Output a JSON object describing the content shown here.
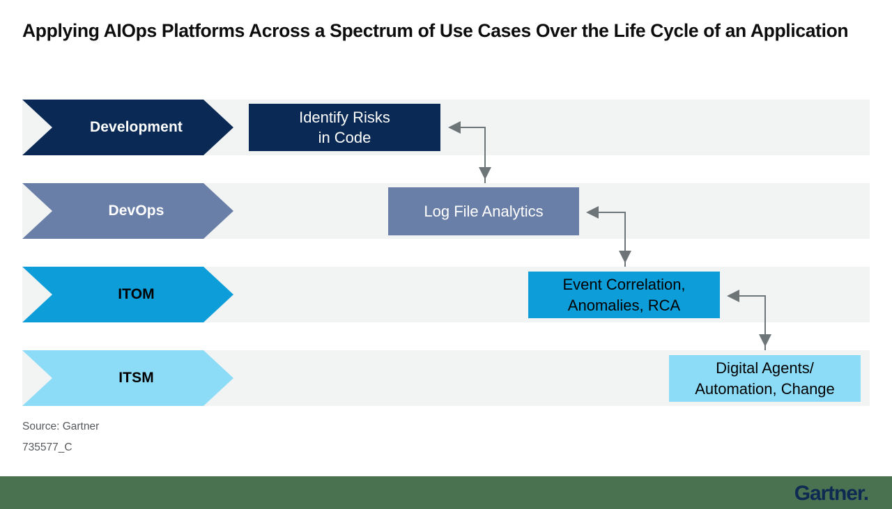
{
  "page": {
    "title": "Applying AIOps Platforms Across a Spectrum of Use Cases Over the Life Cycle of an Application"
  },
  "colors": {
    "band": "#f2f4f4",
    "development": "#0a2a55",
    "devops": "#6a7fa8",
    "itom": "#0d9dd9",
    "itsm": "#8ddcf7",
    "connector": "#6d7579",
    "footer_bar": "#4a7150",
    "logo": "#0d2a52",
    "title_text": "#0d0d0d",
    "source_text": "#55585c"
  },
  "chart_data": {
    "type": "diagram",
    "title": "Applying AIOps Platforms Across a Spectrum of Use Cases Over the Life Cycle of an Application",
    "lanes": [
      {
        "label": "Development",
        "color": "#0a2a55",
        "text_color": "#ffffff"
      },
      {
        "label": "DevOps",
        "color": "#6a7fa8",
        "text_color": "#ffffff"
      },
      {
        "label": "ITOM",
        "color": "#0d9dd9",
        "text_color": "#000000"
      },
      {
        "label": "ITSM",
        "color": "#8ddcf7",
        "text_color": "#000000"
      }
    ],
    "nodes": [
      {
        "id": "identify-risks",
        "lane": "Development",
        "label": "Identify Risks\nin Code",
        "color": "#0a2a55",
        "text_color": "#ffffff"
      },
      {
        "id": "log-file-analytics",
        "lane": "DevOps",
        "label": "Log File Analytics",
        "color": "#6a7fa8",
        "text_color": "#ffffff"
      },
      {
        "id": "event-correlation",
        "lane": "ITOM",
        "label": "Event Correlation,\nAnomalies, RCA",
        "color": "#0d9dd9",
        "text_color": "#000000"
      },
      {
        "id": "digital-agents",
        "lane": "ITSM",
        "label": "Digital Agents/\nAutomation, Change",
        "color": "#8ddcf7",
        "text_color": "#000000"
      }
    ],
    "edges": [
      {
        "from": "log-file-analytics",
        "to": "identify-risks",
        "style": "elbow",
        "direction": "bidirectional"
      },
      {
        "from": "event-correlation",
        "to": "log-file-analytics",
        "style": "elbow",
        "direction": "bidirectional"
      },
      {
        "from": "digital-agents",
        "to": "event-correlation",
        "style": "elbow",
        "direction": "bidirectional"
      }
    ]
  },
  "lanes": [
    {
      "name": "development",
      "label": "Development"
    },
    {
      "name": "devops",
      "label": "DevOps"
    },
    {
      "name": "itom",
      "label": "ITOM"
    },
    {
      "name": "itsm",
      "label": "ITSM"
    }
  ],
  "boxes": [
    {
      "name": "identify-risks",
      "line1": "Identify Risks",
      "line2": "in Code"
    },
    {
      "name": "log-file-analytics",
      "line1": "Log File Analytics",
      "line2": ""
    },
    {
      "name": "event-correlation",
      "line1": "Event Correlation,",
      "line2": "Anomalies, RCA"
    },
    {
      "name": "digital-agents",
      "line1": "Digital Agents/",
      "line2": "Automation, Change"
    }
  ],
  "footer": {
    "source": "Source: Gartner",
    "doc_id": "735577_C",
    "logo": "Gartner."
  }
}
